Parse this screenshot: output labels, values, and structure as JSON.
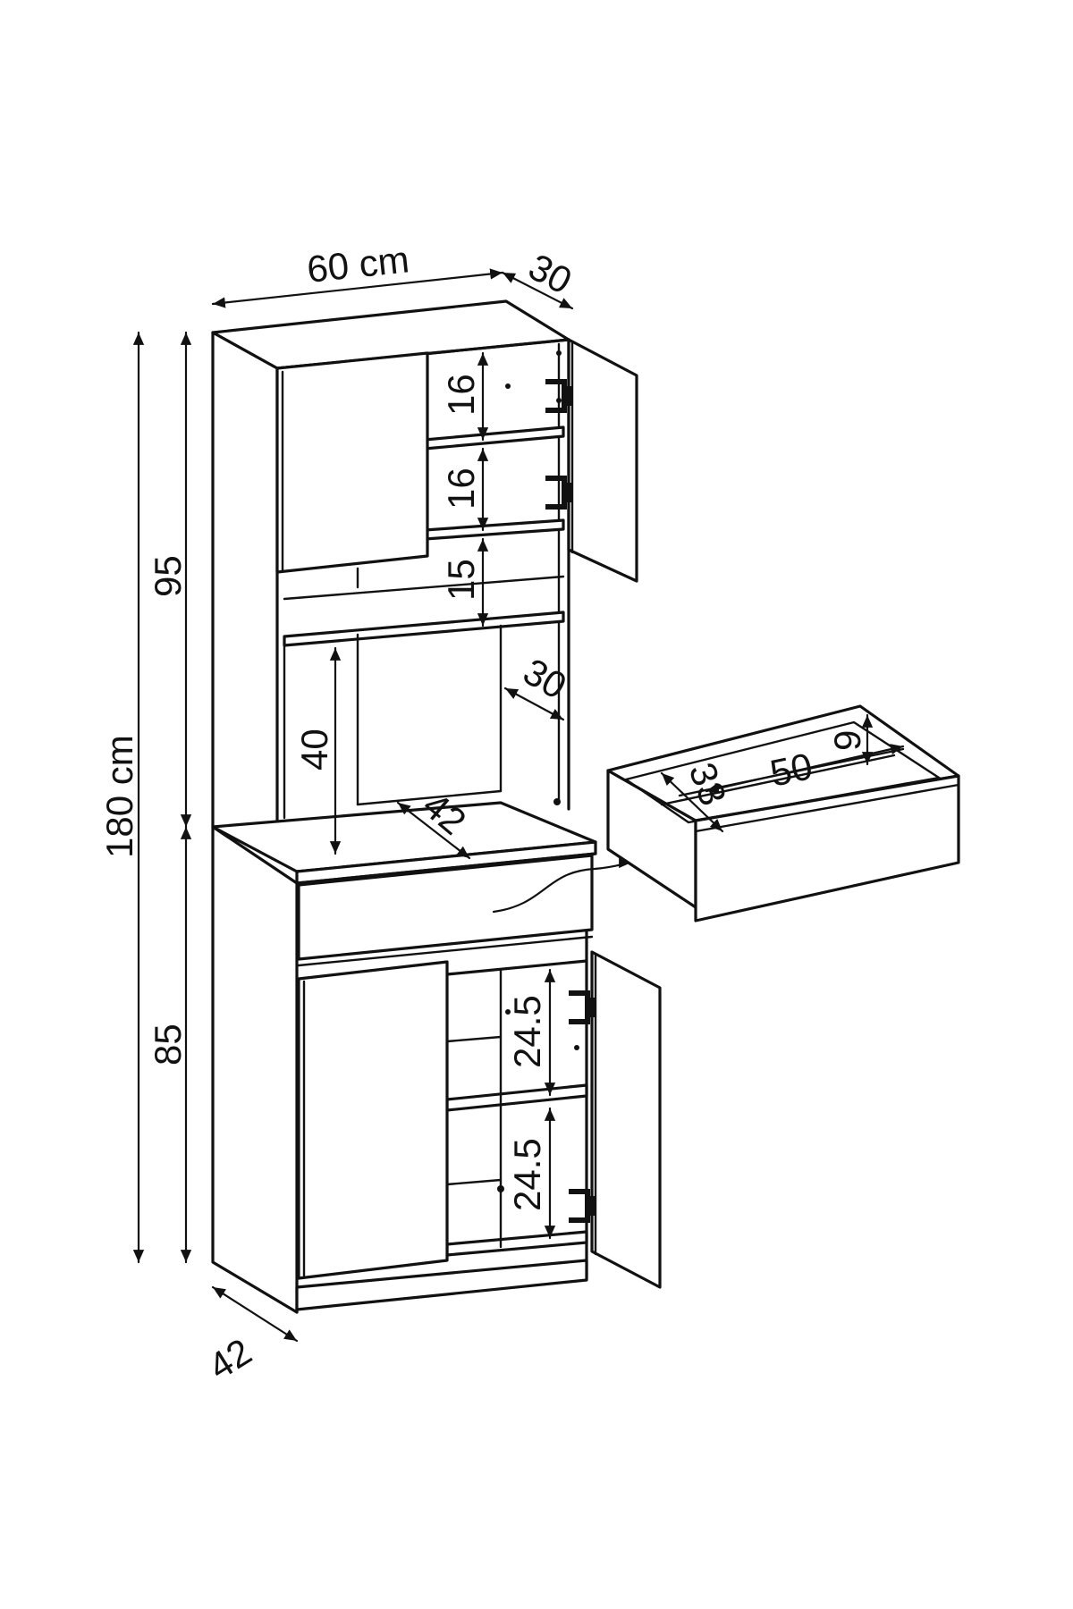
{
  "dimensions": {
    "width": "60 cm",
    "top_depth": "30",
    "total_height": "180 cm",
    "upper_height": "95",
    "lower_height": "85",
    "base_depth": "42",
    "shelf_top": "16",
    "shelf_second": "16",
    "shelf_third": "15",
    "niche_height": "40",
    "niche_depth": "30",
    "counter_depth": "42",
    "lower_shelf_top": "24.5",
    "lower_shelf_bottom": "24.5"
  },
  "drawer": {
    "depth": "33",
    "width": "50",
    "height": "9"
  }
}
